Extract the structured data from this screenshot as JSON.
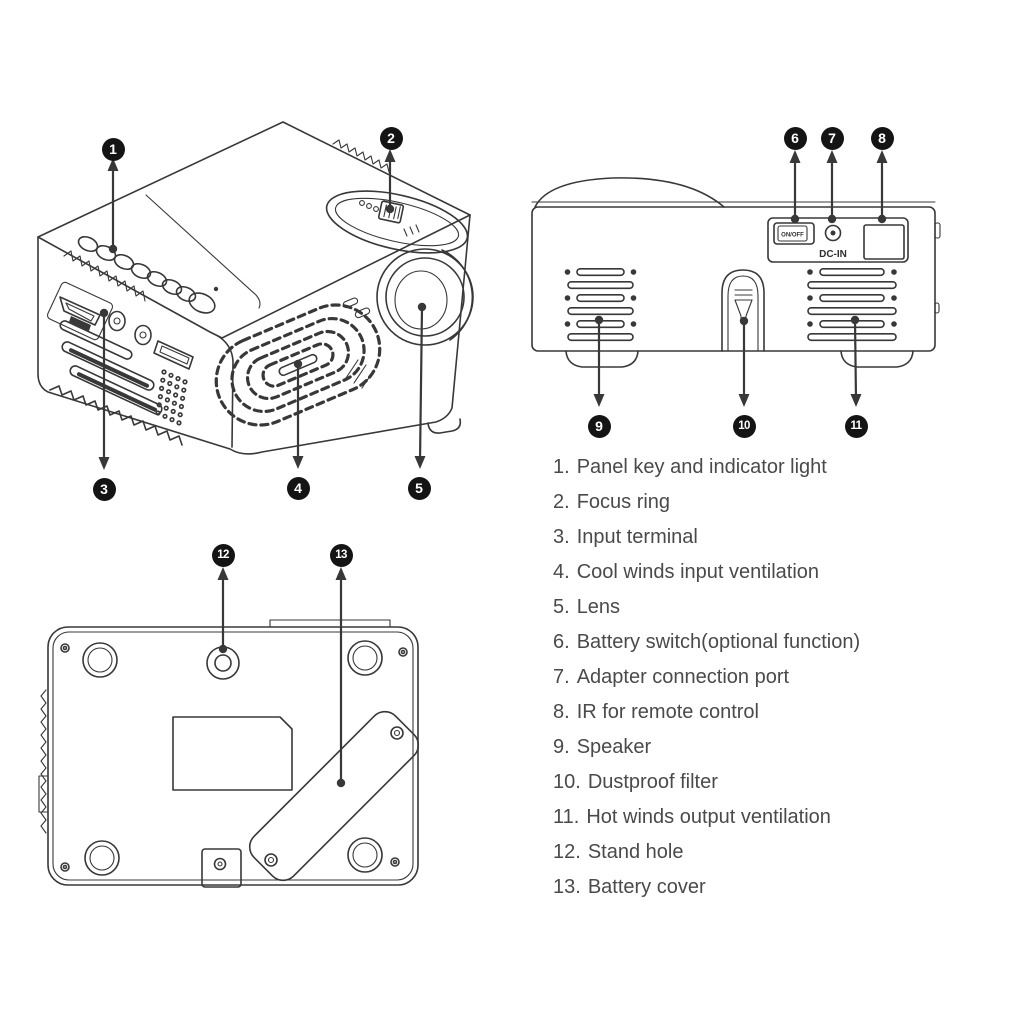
{
  "colors": {
    "background": "#ffffff",
    "line": "#383838",
    "legend_text": "#4a4a4a",
    "badge_bg": "#141414",
    "badge_text": "#ffffff"
  },
  "back_view": {
    "switch_label": "ON/OFF",
    "jack_label": "DC-IN"
  },
  "callouts": [
    {
      "number": "1"
    },
    {
      "number": "2"
    },
    {
      "number": "3"
    },
    {
      "number": "4"
    },
    {
      "number": "5"
    },
    {
      "number": "6"
    },
    {
      "number": "7"
    },
    {
      "number": "8"
    },
    {
      "number": "9"
    },
    {
      "number": "10"
    },
    {
      "number": "11"
    },
    {
      "number": "12"
    },
    {
      "number": "13"
    }
  ],
  "legend": {
    "items": [
      {
        "number": "1.",
        "label": "Panel key and indicator light"
      },
      {
        "number": "2.",
        "label": "Focus ring"
      },
      {
        "number": "3.",
        "label": "Input terminal"
      },
      {
        "number": "4.",
        "label": "Cool winds input ventilation"
      },
      {
        "number": "5.",
        "label": "Lens"
      },
      {
        "number": "6.",
        "label": "Battery switch(optional function)"
      },
      {
        "number": "7.",
        "label": "Adapter connection port"
      },
      {
        "number": "8.",
        "label": "IR for remote control"
      },
      {
        "number": "9.",
        "label": "Speaker"
      },
      {
        "number": "10.",
        "label": "Dustproof filter"
      },
      {
        "number": "11.",
        "label": "Hot winds output ventilation"
      },
      {
        "number": "12.",
        "label": "Stand hole"
      },
      {
        "number": "13.",
        "label": "Battery cover"
      }
    ]
  }
}
